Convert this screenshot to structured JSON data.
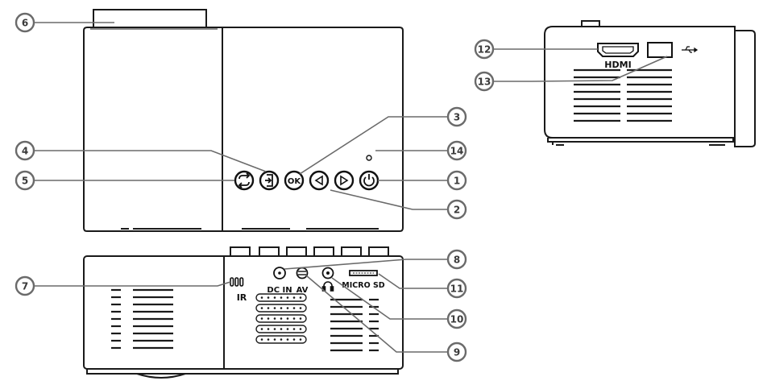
{
  "callouts": [
    "1",
    "2",
    "3",
    "4",
    "5",
    "6",
    "7",
    "8",
    "9",
    "10",
    "11",
    "12",
    "13",
    "14"
  ],
  "buttons": {
    "ok": "OK"
  },
  "port_labels": {
    "ir": "IR",
    "dc_in": "DC IN",
    "av": "AV",
    "micro_sd": "MICRO SD",
    "hdmi": "HDMI"
  }
}
